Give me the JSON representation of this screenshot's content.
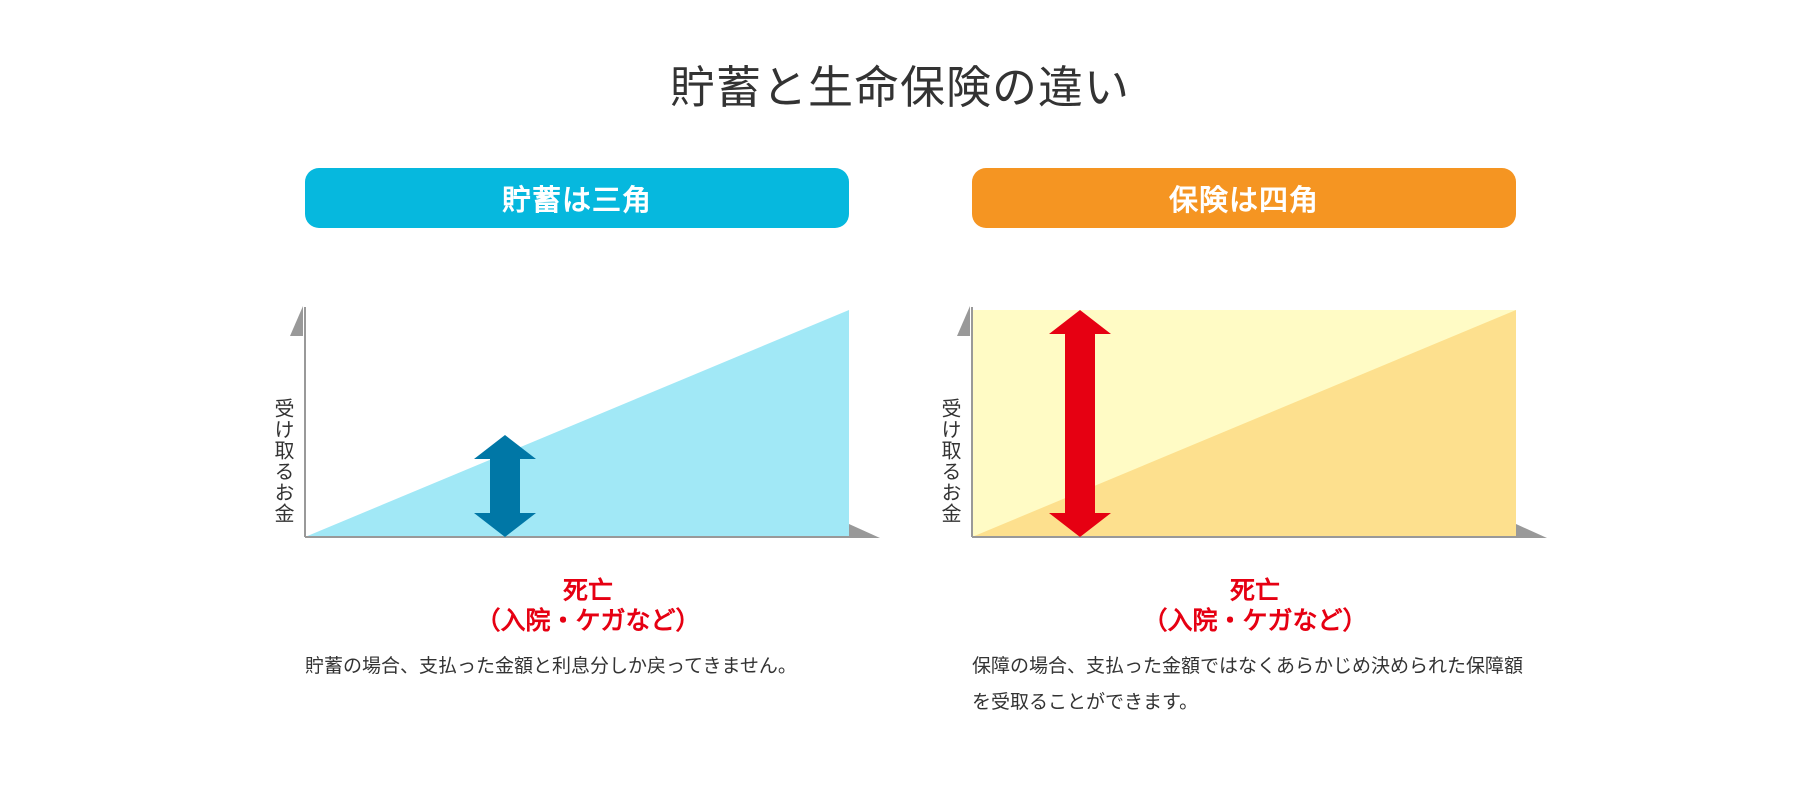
{
  "title": "貯蓄と生命保険の違い",
  "panels": {
    "savings": {
      "header": "貯蓄は三角",
      "header_color": "#06b8de",
      "ylabel": "受け取るお金",
      "event_label_line1": "死亡",
      "event_label_line2": "（入院・ケガなど）",
      "caption": "貯蓄の場合、支払った金額と利息分しか戻ってきません。",
      "area_color": "#a1e8f6",
      "arrow_color": "#0077a6"
    },
    "insurance": {
      "header": "保険は四角",
      "header_color": "#f59522",
      "ylabel": "受け取るお金",
      "event_label_line1": "死亡",
      "event_label_line2": "（入院・ケガなど）",
      "caption": "保障の場合、支払った金額ではなくあらかじめ決められた保障額を受取ることができます。",
      "rect_color": "#fffbc5",
      "triangle_color": "#fde08e",
      "arrow_color": "#e60012"
    }
  }
}
